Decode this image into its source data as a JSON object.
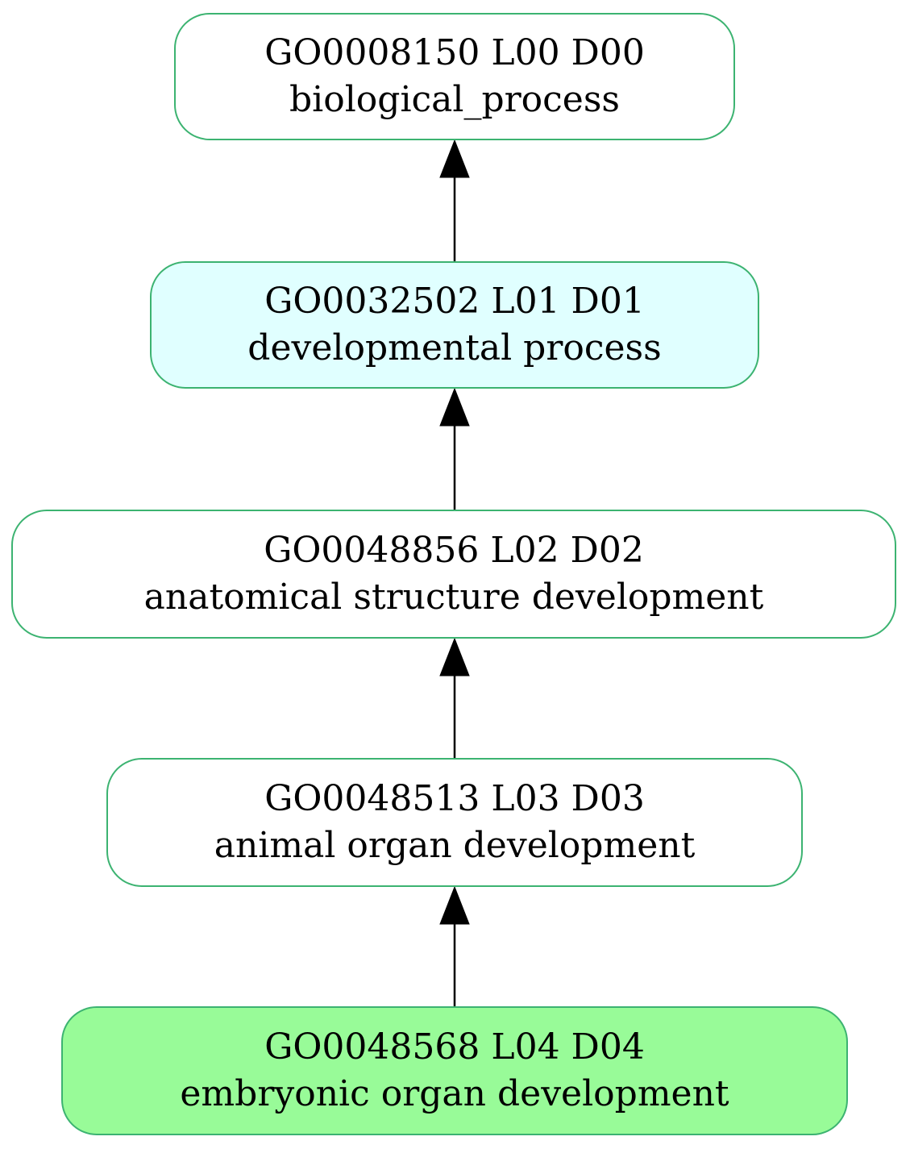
{
  "diagram": {
    "nodes": [
      {
        "id_line": "GO0008150 L00 D00",
        "name_line": "biological_process",
        "fill": "#ffffff",
        "border": "#3cb371"
      },
      {
        "id_line": "GO0032502 L01 D01",
        "name_line": "developmental process",
        "fill": "#e0ffff",
        "border": "#3cb371"
      },
      {
        "id_line": "GO0048856 L02 D02",
        "name_line": "anatomical structure development",
        "fill": "#ffffff",
        "border": "#3cb371"
      },
      {
        "id_line": "GO0048513 L03 D03",
        "name_line": "animal organ development",
        "fill": "#ffffff",
        "border": "#3cb371"
      },
      {
        "id_line": "GO0048568 L04 D04",
        "name_line": "embryonic organ development",
        "fill": "#98fb98",
        "border": "#3cb371"
      }
    ],
    "edges": [
      {
        "from": 1,
        "to": 0
      },
      {
        "from": 2,
        "to": 1
      },
      {
        "from": 3,
        "to": 2
      },
      {
        "from": 4,
        "to": 3
      }
    ],
    "edge_color": "#000000"
  }
}
